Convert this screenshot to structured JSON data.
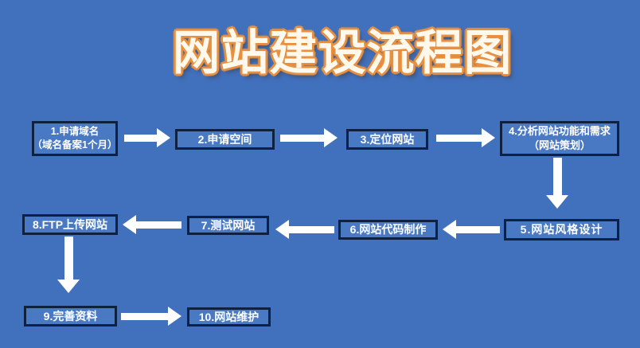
{
  "title": "网站建设流程图",
  "colors": {
    "background": "#4171bd",
    "node_fill": "#4a79c4",
    "node_border": "#0e2140",
    "node_text": "#ffffff",
    "arrow": "#ffffff",
    "title_fill": "#fff8ec",
    "title_outline": "#e8903f"
  },
  "nodes": [
    {
      "step": 1,
      "label": "1.申请域名",
      "sublabel": "（域名备案1个月）"
    },
    {
      "step": 2,
      "label": "2.申请空间"
    },
    {
      "step": 3,
      "label": "3.定位网站"
    },
    {
      "step": 4,
      "label": "4.分析网站功能和需求",
      "sublabel": "（网站策划）"
    },
    {
      "step": 5,
      "label": "5.网站风格设计"
    },
    {
      "step": 6,
      "label": "6.网站代码制作"
    },
    {
      "step": 7,
      "label": "7.测试网站"
    },
    {
      "step": 8,
      "label": "8.FTP上传网站"
    },
    {
      "step": 9,
      "label": "9.完善资料"
    },
    {
      "step": 10,
      "label": "10.网站维护"
    }
  ],
  "connections": [
    {
      "from": 1,
      "to": 2,
      "direction": "right"
    },
    {
      "from": 2,
      "to": 3,
      "direction": "right"
    },
    {
      "from": 3,
      "to": 4,
      "direction": "right"
    },
    {
      "from": 4,
      "to": 5,
      "direction": "down"
    },
    {
      "from": 5,
      "to": 6,
      "direction": "left"
    },
    {
      "from": 6,
      "to": 7,
      "direction": "left"
    },
    {
      "from": 7,
      "to": 8,
      "direction": "left"
    },
    {
      "from": 8,
      "to": 9,
      "direction": "down"
    },
    {
      "from": 9,
      "to": 10,
      "direction": "right"
    }
  ]
}
